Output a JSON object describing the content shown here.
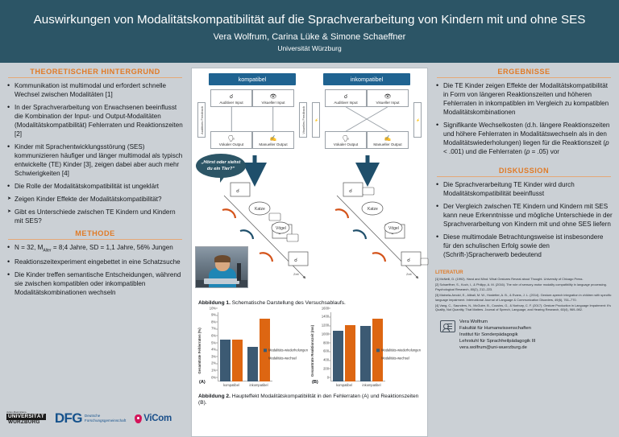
{
  "header": {
    "title": "Auswirkungen von Modalitätskompatibilität auf die Sprachverarbeitung von Kindern mit und ohne SES",
    "authors": "Vera Wolfrum, Carina Lüke & Simone Schaeffner",
    "affiliation": "Universität Würzburg"
  },
  "background": {
    "title": "THEORETISCHER HINTERGRUND",
    "bullets": [
      "Kommunikation ist multimodal und erfordert schnelle Wechsel zwischen Modalitäten [1]",
      "In der Sprachverarbeitung von Erwachsenen beeinflusst die Kombination der Input- und Output-Modalitäten (Modalitätskompatibilität) Fehlerraten und Reaktionszeiten [2]",
      "Kinder mit Sprachentwicklungsstörung (SES) kommunizieren häufiger und länger multimodal als typisch entwickelte (TE) Kinder [3], zeigen dabei aber auch mehr Schwierigkeiten [4]",
      "Die Rolle der Modalitätskompatibilität ist ungeklärt"
    ]
  },
  "research_questions": [
    "Zeigen Kinder Effekte der Modalitätskompatibilität?",
    "Gibt es Unterschiede zwischen TE Kindern und Kindern mit SES?"
  ],
  "method": {
    "title": "METHODE",
    "bullets": [
      "N = 32, MAlter = 8;4 Jahre, SD = 1,1 Jahre, 56% Jungen",
      "Reaktionszeitexperiment eingebettet in eine Schatzsuche",
      "Die Kinder treffen semantische Entscheidungen, während sie zwischen kompatiblen oder inkompatiblen Modalitätskombinationen wechseln"
    ]
  },
  "results": {
    "title": "ERGEBNISSE",
    "bullets": [
      "Die TE Kinder zeigen Effekte der Modalitätskompatibilität in Form von längeren Reaktionszeiten und höheren Fehlerraten in inkompatiblen im Vergleich zu kompatiblen Modalitätskombinationen",
      "Signifikante Wechselkosten (d.h. längere Reaktionszeiten und höhere Fehlerraten in Modalitätswechseln als in den Modalitätswiederholungen) liegen für die Reaktionszeit (p < .001) und die Fehlerraten (p = .05) vor"
    ]
  },
  "discussion": {
    "title": "DISKUSSION",
    "bullets": [
      "Die Sprachverarbeitung TE Kinder wird durch Modalitätskompatibilität beeinflusst",
      "Der Vergleich zwischen TE Kindern und Kindern mit SES kann neue Erkenntnisse und mögliche Unterschiede in der Sprachverarbeitung von Kindern mit und ohne SES liefern",
      "Diese multimodale Betrachtungsweise ist insbesondere für den schulischen Erfolg sowie den (Schrift-)Spracherwerb bedeutend"
    ]
  },
  "figure1": {
    "compatible_title": "kompatibel",
    "incompatible_title": "inkompatibel",
    "boxes": {
      "auditory_input": "Auditiver Input",
      "visual_input": "Visueller Input",
      "vocal_output": "Vokaler Output",
      "manual_output": "Manueller Output",
      "auditory_feedback": "Auditives Feedback",
      "visual_feedback": "Visuelles Feedback"
    },
    "speech_bubble": "„Hörst oder siehst du ein Tier?\"",
    "time_axis_label": "Zeit",
    "caption_bold": "Abbildung 1.",
    "caption_text": "Schematische Darstellung des Versuchsablaufs."
  },
  "figure2": {
    "caption_bold": "Abbildung 2.",
    "caption_text": "Haupteffekt Modalitätskompatibilität in den Fehlerraten (A) und Reaktionszeiten (B)."
  },
  "chart_data": [
    {
      "type": "bar",
      "panel": "(A)",
      "title": "",
      "ylabel": "Gesamtrate Fehlerraten (%)",
      "xlabel": "",
      "categories": [
        "kompatibel",
        "inkompatibel"
      ],
      "series": [
        {
          "name": "Modalitäts-wiederholungen",
          "color": "#3c5a73",
          "values": [
            6,
            5
          ]
        },
        {
          "name": "Modalitäts-wechsel",
          "color": "#dd6612",
          "values": [
            6,
            9
          ]
        }
      ],
      "ylim": [
        0,
        10
      ],
      "yticks": [
        "0%",
        "1%",
        "2%",
        "3%",
        "4%",
        "5%",
        "6%",
        "7%",
        "8%",
        "9%",
        "10%"
      ],
      "grid": false,
      "legend_position": "right"
    },
    {
      "type": "bar",
      "panel": "(B)",
      "title": "",
      "ylabel": "Gesamtrate Reaktionszeit (ms)",
      "xlabel": "",
      "categories": [
        "kompatibel",
        "inkompatibel"
      ],
      "series": [
        {
          "name": "Modalitäts-wiederholungen",
          "color": "#3c5a73",
          "values": [
            1170,
            1280
          ]
        },
        {
          "name": "Modalitäts-wechsel",
          "color": "#dd6612",
          "values": [
            1300,
            1450
          ]
        }
      ],
      "ylim": [
        0,
        1600
      ],
      "yticks": [
        "0",
        "200",
        "400",
        "600",
        "800",
        "1000",
        "1200",
        "1400",
        "1600"
      ],
      "grid": false,
      "legend_position": "right"
    }
  ],
  "literature": {
    "title": "LITERATUR",
    "entries": [
      "[1] McNeill, D. (1992). Hand and Mind: What Gestures Reveal about Thought. University of Chicago Press.",
      "[2] Schaeffner, S., Koch, I., & Philipp, A. M. (2016). The role of sensory-motor modality compatibility in language processing. Psychological Research, 80(2), 212–223.",
      "[3] Mainela-Arnold, E., Alibali, M. W., Hostetter, A. B., & Evans, J. L. (2014). Gesture-speech integration in children with specific language impairment. International Journal of Language & Communication Disorders, 49(6), 761–770.",
      "[4] Vang, C., Saunders, N., McGuire, B., Cousins, G., & Norbury, C. F. (2017). Gesture Production in Language Impairment: It's Quality, Not Quantity, That Matters. Journal of Speech, Language, and Hearing Research, 60(4), 969–982."
    ]
  },
  "contact": {
    "name": "Vera Wolfrum",
    "faculty": "Fakultät für Humanwissenschaften",
    "institute": "Institut für Sonderpädagogik",
    "chair": "Lehrstuhl für Sprachheilpädagogik III",
    "email": "vera.wolfrum@uni-wuerzburg.de"
  },
  "logos": {
    "university_top": "Julius-Maximilians-",
    "university_line1": "UNIVERSITÄT",
    "university_line2": "WÜRZBURG",
    "dfg_abbr": "DFG",
    "dfg_line1": "Deutsche",
    "dfg_line2": "Forschungsgemeinschaft",
    "vicom": "ViCom"
  },
  "colors": {
    "header_bg": "#2c5566",
    "accent_orange": "#e07b28",
    "bar_navy": "#3c5a73",
    "bar_orange": "#dd6612",
    "diagram_blue": "#1f6391"
  }
}
